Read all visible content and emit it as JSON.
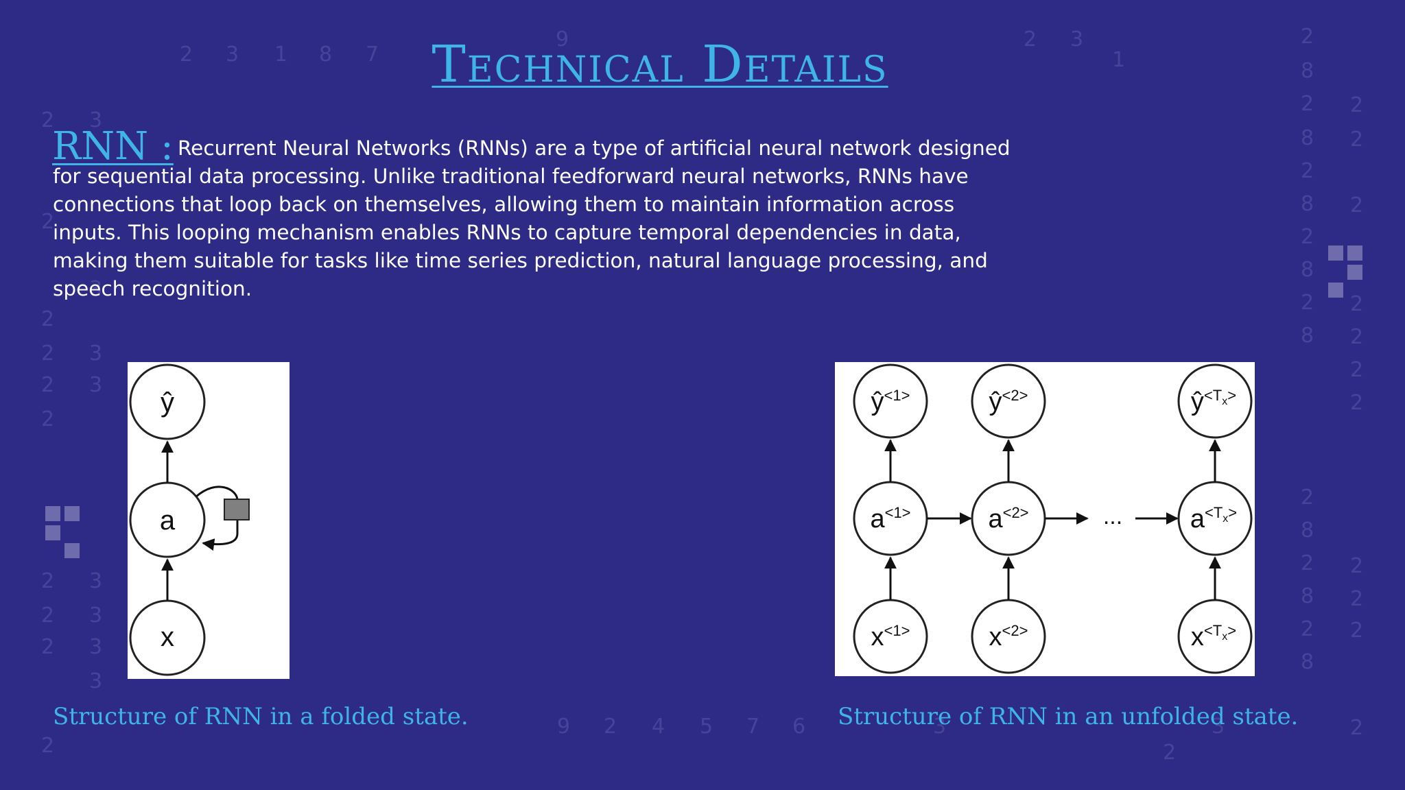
{
  "slide": {
    "title": "Technical Details",
    "rnn_term": "RNN :",
    "rnn_description": "Recurrent Neural Networks (RNNs) are a type of artificial neural network designed for sequential data processing. Unlike traditional feedforward neural networks, RNNs have connections that loop back on themselves, allowing them to maintain information across inputs. This looping mechanism enables RNNs to capture temporal dependencies in data, making them suitable for tasks like time series prediction, natural language processing, and speech recognition."
  },
  "folded_diagram": {
    "caption": "Structure of RNN in a folded state.",
    "nodes": {
      "output": "ŷ",
      "hidden": "a",
      "input": "x"
    }
  },
  "unfolded_diagram": {
    "caption": "Structure of RNN in an unfolded state.",
    "ellipsis": "...",
    "columns": [
      {
        "output": "ŷ",
        "hidden": "a",
        "input": "x",
        "sup": "<1>",
        "sub": ""
      },
      {
        "output": "ŷ",
        "hidden": "a",
        "input": "x",
        "sup": "<2>",
        "sub": ""
      },
      {
        "output": "ŷ",
        "hidden": "a",
        "input": "x",
        "sup": "<T",
        "sub": "x",
        "sup_end": ">"
      }
    ]
  },
  "colors": {
    "background": "#2e2b87",
    "accent": "#3fb5e6",
    "text": "#ffffff"
  }
}
